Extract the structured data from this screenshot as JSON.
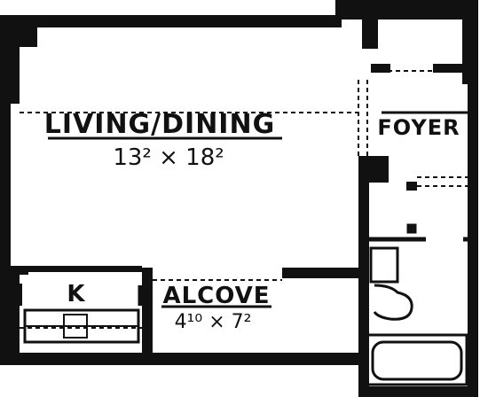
{
  "rooms": {
    "living_dining": {
      "name": "LIVING/DINING",
      "dimensions": "13² × 18²"
    },
    "foyer": {
      "name": "FOYER"
    },
    "kitchen": {
      "name": "K"
    },
    "alcove": {
      "name": "ALCOVE",
      "dimensions": "4¹⁰ × 7²"
    }
  },
  "colors": {
    "ink": "#111111",
    "paper": "#ffffff"
  }
}
